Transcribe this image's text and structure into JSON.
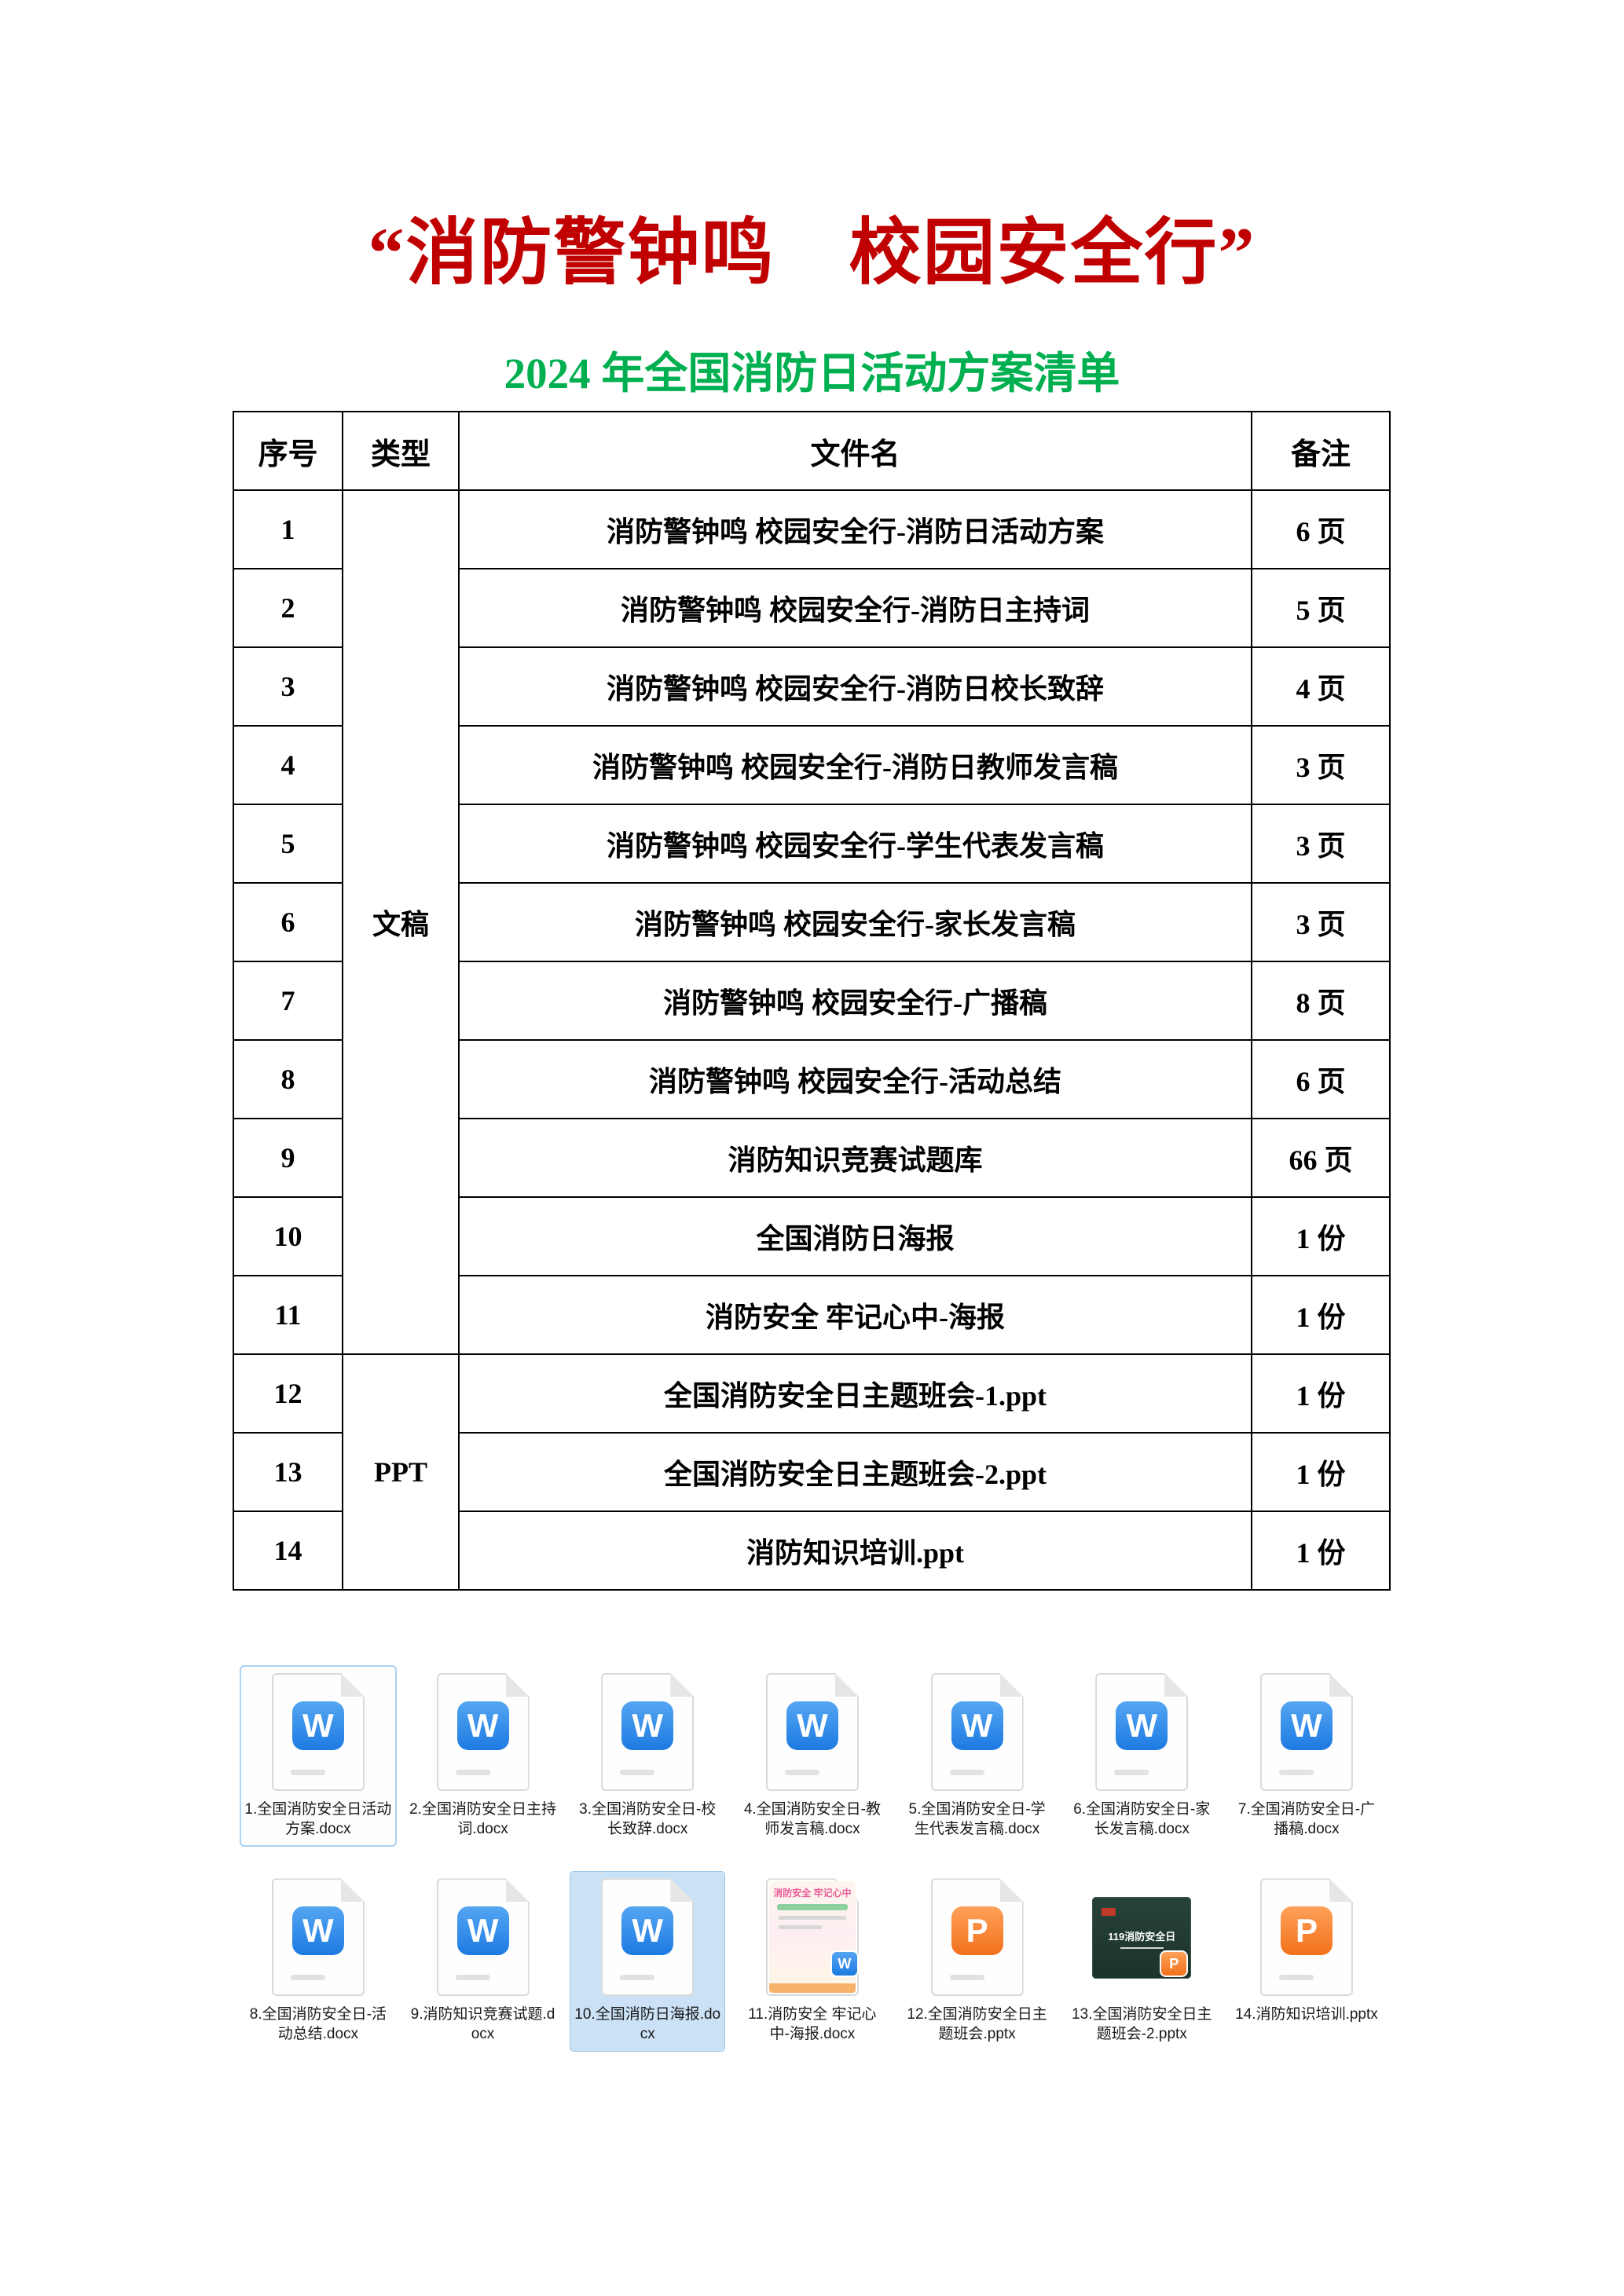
{
  "page": {
    "title": "“消防警钟鸣　校园安全行”",
    "subtitle": "2024 年全国消防日活动方案清单"
  },
  "colors": {
    "title_red": "#c00000",
    "subtitle_green": "#00b050",
    "word_blue": "#1d7ae2",
    "ppt_orange": "#f2711c",
    "table_border": "#000000"
  },
  "table": {
    "headers": [
      "序号",
      "类型",
      "文件名",
      "备注"
    ],
    "groups": [
      {
        "type": "文稿",
        "span": 11
      },
      {
        "type": "PPT",
        "span": 3
      }
    ],
    "rows": [
      {
        "no": "1",
        "name": "消防警钟鸣 校园安全行-消防日活动方案",
        "note": "6 页"
      },
      {
        "no": "2",
        "name": "消防警钟鸣 校园安全行-消防日主持词",
        "note": "5 页"
      },
      {
        "no": "3",
        "name": "消防警钟鸣 校园安全行-消防日校长致辞",
        "note": "4 页"
      },
      {
        "no": "4",
        "name": "消防警钟鸣 校园安全行-消防日教师发言稿",
        "note": "3 页"
      },
      {
        "no": "5",
        "name": "消防警钟鸣 校园安全行-学生代表发言稿",
        "note": "3 页"
      },
      {
        "no": "6",
        "name": "消防警钟鸣 校园安全行-家长发言稿",
        "note": "3 页"
      },
      {
        "no": "7",
        "name": "消防警钟鸣 校园安全行-广播稿",
        "note": "8 页"
      },
      {
        "no": "8",
        "name": "消防警钟鸣 校园安全行-活动总结",
        "note": "6 页"
      },
      {
        "no": "9",
        "name": "消防知识竞赛试题库",
        "note": "66 页"
      },
      {
        "no": "10",
        "name": "全国消防日海报",
        "note": "1 份"
      },
      {
        "no": "11",
        "name": "消防安全 牢记心中-海报",
        "note": "1 份"
      },
      {
        "no": "12",
        "name": "全国消防安全日主题班会-1.ppt",
        "note": "1 份"
      },
      {
        "no": "13",
        "name": "全国消防安全日主题班会-2.ppt",
        "note": "1 份"
      },
      {
        "no": "14",
        "name": "消防知识培训.ppt",
        "note": "1 份"
      }
    ]
  },
  "files": {
    "items": [
      {
        "label": "1.全国消防安全日活动方案.docx",
        "badge": "W"
      },
      {
        "label": "2.全国消防安全日主持词.docx",
        "badge": "W"
      },
      {
        "label": "3.全国消防安全日-校长致辞.docx",
        "badge": "W"
      },
      {
        "label": "4.全国消防安全日-教师发言稿.docx",
        "badge": "W"
      },
      {
        "label": "5.全国消防安全日-学生代表发言稿.docx",
        "badge": "W"
      },
      {
        "label": "6.全国消防安全日-家长发言稿.docx",
        "badge": "W"
      },
      {
        "label": "7.全国消防安全日-广播稿.docx",
        "badge": "W"
      },
      {
        "label": "8.全国消防安全日-活动总结.docx",
        "badge": "W"
      },
      {
        "label": "9.消防知识竞赛试题.docx",
        "badge": "W"
      },
      {
        "label": "10.全国消防日海报.docx",
        "badge": "W"
      },
      {
        "label": "11.消防安全 牢记心中-海报.docx",
        "badge": "W",
        "thumb_text": "消防安全 牢记心中"
      },
      {
        "label": "12.全国消防安全日主题班会.pptx",
        "badge": "P"
      },
      {
        "label": "13.全国消防安全日主题班会-2.pptx",
        "badge": "P",
        "thumb_text": "119消防安全日"
      },
      {
        "label": "14.消防知识培训.pptx",
        "badge": "P"
      }
    ]
  }
}
